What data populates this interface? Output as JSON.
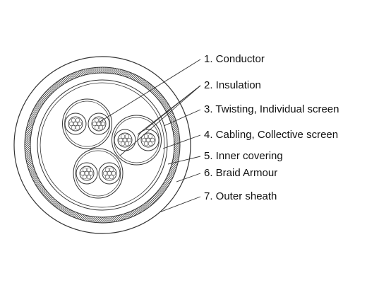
{
  "diagram": {
    "labels": [
      {
        "text": "1. Conductor"
      },
      {
        "text": "2. Insulation"
      },
      {
        "text": "3. Twisting, Individual screen"
      },
      {
        "text": "4. Cabling, Collective screen"
      },
      {
        "text": "5. Inner covering"
      },
      {
        "text": "6. Braid Armour"
      },
      {
        "text": "7. Outer sheath"
      }
    ]
  }
}
